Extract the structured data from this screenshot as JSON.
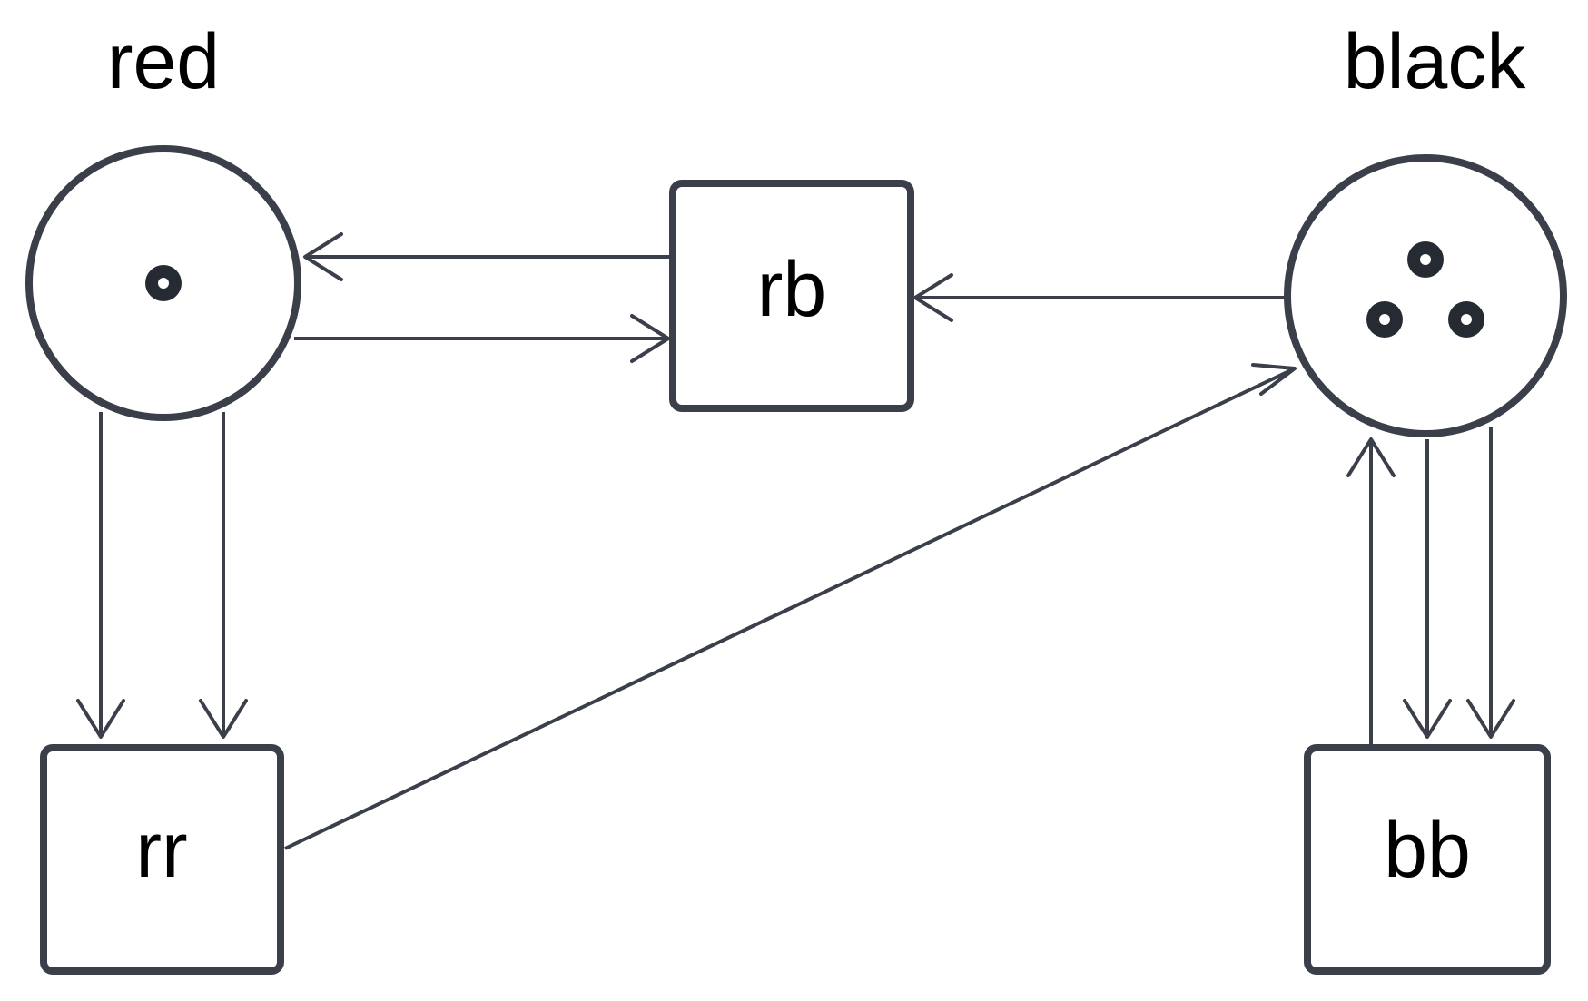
{
  "places": [
    {
      "id": "red",
      "label": "red",
      "tokens": 1
    },
    {
      "id": "black",
      "label": "black",
      "tokens": 3
    }
  ],
  "transitions": [
    {
      "id": "rb",
      "label": "rb"
    },
    {
      "id": "rr",
      "label": "rr"
    },
    {
      "id": "bb",
      "label": "bb"
    }
  ],
  "arcs": [
    {
      "from": "rb",
      "to": "red"
    },
    {
      "from": "red",
      "to": "rb"
    },
    {
      "from": "black",
      "to": "rb"
    },
    {
      "from": "red",
      "to": "rr"
    },
    {
      "from": "red",
      "to": "rr"
    },
    {
      "from": "rr",
      "to": "black"
    },
    {
      "from": "bb",
      "to": "black"
    },
    {
      "from": "black",
      "to": "bb"
    },
    {
      "from": "black",
      "to": "bb"
    }
  ],
  "colors": {
    "stroke": "#3a3f4a",
    "token": "#262b33",
    "text": "#000000",
    "background": "#ffffff"
  }
}
